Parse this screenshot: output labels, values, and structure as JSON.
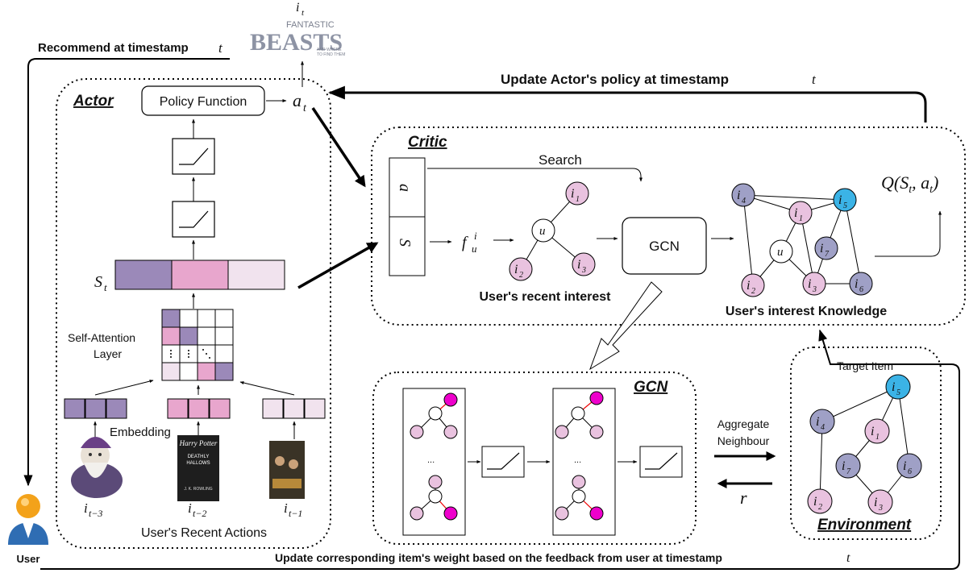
{
  "labels": {
    "recommend": "Recommend at timestamp",
    "recommend_t": "t",
    "update_actor": "Update Actor's policy at timestamp",
    "update_actor_t": "t",
    "update_weight": "Update corresponding item's weight based on the feedback from user at timestamp",
    "update_weight_t": "t",
    "user": "User",
    "it": "i",
    "it_sub": "t",
    "logo_top": "FANTASTIC",
    "logo_main": "BEASTS",
    "logo_small1": "AND WHERE",
    "logo_small2": "TO FIND THEM"
  },
  "actor": {
    "title": "Actor",
    "policy": "Policy Function",
    "at": "a",
    "at_sub": "t",
    "st": "S",
    "st_sub": "t",
    "self_attention_1": "Self-Attention",
    "self_attention_2": "Layer",
    "embedding": "Embedding",
    "recent_actions": "User's Recent Actions",
    "hp_1": "Harry Potter",
    "hp_2": "DEATHLY",
    "hp_3": "HALLOWS",
    "hp_author": "J. K. ROWLING",
    "items": [
      {
        "name": "i",
        "sub": "t−3"
      },
      {
        "name": "i",
        "sub": "t−2"
      },
      {
        "name": "i",
        "sub": "t−1"
      }
    ]
  },
  "critic": {
    "title": "Critic",
    "search": "Search",
    "q": "Q(S",
    "q_sub": "t",
    "q_mid": ", a",
    "q_sub2": "t",
    "q_end": ")",
    "at_box": "a",
    "st_box": "S",
    "fu": "f",
    "fu_sub": "u",
    "fu_sup": "i",
    "gcn": "GCN",
    "recent_interest": "User's recent interest",
    "interest_knowledge": "User's interest Knowledge",
    "node_u": "u",
    "node_i": "i"
  },
  "gcn": {
    "title": "GCN",
    "ellipsis": "..."
  },
  "environment": {
    "title": "Environment",
    "target": "Target Item",
    "aggregate_1": "Aggregate",
    "aggregate_2": "Neighbour",
    "r": "r"
  },
  "colors": {
    "purple": "#9b89b9",
    "pink": "#e8a6cd",
    "light_pink": "#f1e3ee",
    "blue": "#3bb3e6",
    "magenta": "#ee00cc",
    "pale_pink": "#e9c2df"
  }
}
